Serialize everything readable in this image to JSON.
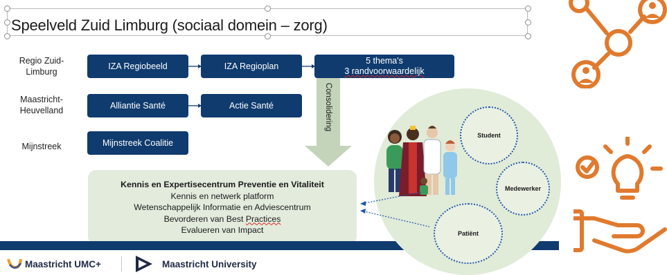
{
  "title": "Speelveld Zuid Limburg (sociaal domein – zorg)",
  "regions": [
    "Regio Zuid-Limburg",
    "Maastricht-Heuvelland",
    "Mijnstreek"
  ],
  "boxes": {
    "iza_regiobeeld": "IZA Regiobeeld",
    "iza_regioplan": "IZA Regioplan",
    "themas_line1": "5 thema's",
    "themas_line2": "3 randvoorwaardelijk",
    "alliantie": "Alliantie Santé",
    "actie": "Actie Santé",
    "mijnstreek": "Mijnstreek Coalitie"
  },
  "arrow_label": "Consolidering",
  "kennis": {
    "heading": "Kennis en Expertisecentrum Preventie en Vitaliteit",
    "lines": [
      "Kennis en netwerk platform",
      "Wetenschappelijk Informatie en Adviescentrum",
      "Bevorderen van Best Practices",
      "Evalueren van Impact"
    ]
  },
  "circles": {
    "student": "Student",
    "medewerker": "Medewerker",
    "patient": "Patiënt"
  },
  "logos": {
    "umc": "Maastricht UMC+",
    "university": "Maastricht University"
  },
  "colors": {
    "box_blue": "#0f3b6e",
    "accent_orange": "#e07a2e",
    "panel_green": "#e2ebdc",
    "dotted_blue": "#1e56a8"
  }
}
